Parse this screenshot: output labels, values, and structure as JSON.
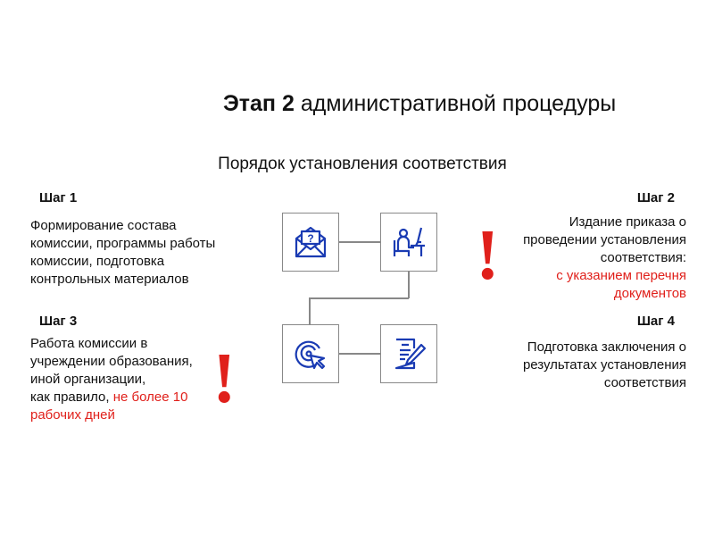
{
  "title": {
    "bold": "Этап 2",
    "rest": " административной процедуры"
  },
  "subtitle": "Порядок установления соответствия",
  "steps": [
    {
      "label": "Шаг 1",
      "text": [
        "Формирование состава",
        "комиссии, программы работы",
        "комиссии, подготовка",
        "контрольных материалов"
      ]
    },
    {
      "label": "Шаг 2",
      "text": [
        "Издание приказа о",
        "проведении установления",
        "соответствия:"
      ],
      "highlight": [
        "с указанием перечня",
        "документов"
      ]
    },
    {
      "label": "Шаг 3",
      "text": [
        "Работа комиссии в",
        "учреждении образования,",
        "иной организации,"
      ],
      "line_plain": "как правило, ",
      "line_red": "не более 10",
      "last_red": "рабочих дней"
    },
    {
      "label": "Шаг 4",
      "text": [
        "Подготовка заключения о",
        "результатах установления",
        "соответствия"
      ]
    }
  ],
  "exclamation": "!",
  "colors": {
    "accent": "#e0201b",
    "icon": "#1a3bb3"
  }
}
